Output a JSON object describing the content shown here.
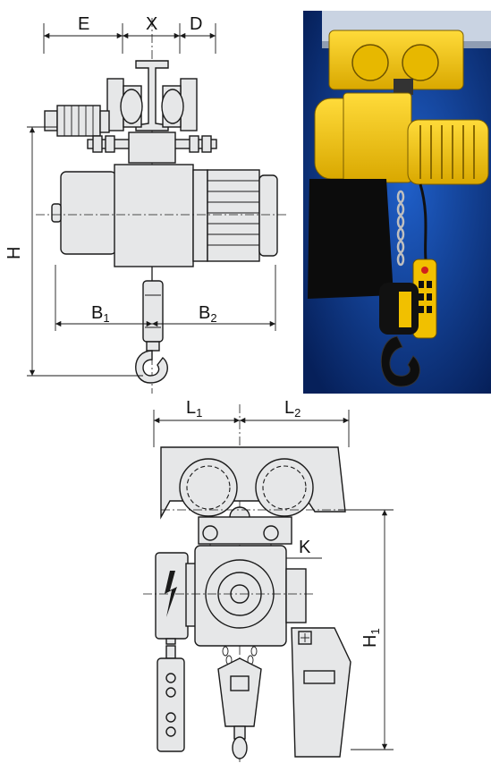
{
  "dimensions": {
    "E": "E",
    "X": "X",
    "D": "D",
    "H": "H",
    "B1": {
      "main": "B",
      "sub": "1"
    },
    "B2": {
      "main": "B",
      "sub": "2"
    },
    "L1": {
      "main": "L",
      "sub": "1"
    },
    "L2": {
      "main": "L",
      "sub": "2"
    },
    "K": "K",
    "H1": {
      "main": "H",
      "sub": "1"
    }
  },
  "colors": {
    "photo_background": "#0a2f7a",
    "hoist_body": "#f2c200",
    "part_fill": "#e6e7e8",
    "line": "#1a1a1a"
  },
  "icons": {
    "pendant_warning": "lightning-bolt-icon",
    "pendant_stop": "red-stop-button-icon"
  }
}
